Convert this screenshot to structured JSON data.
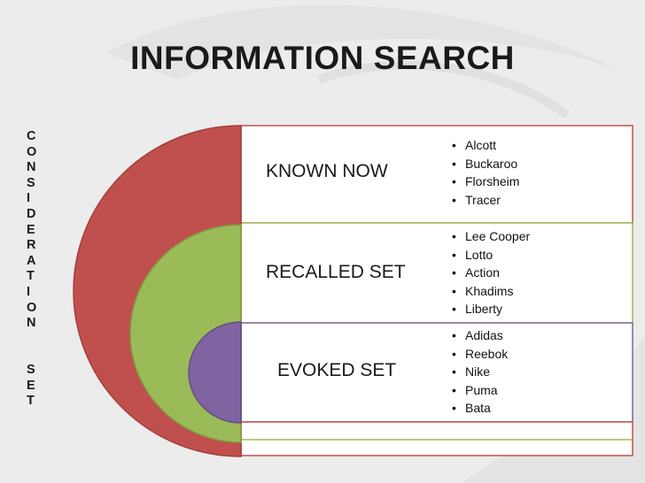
{
  "title": "INFORMATION SEARCH",
  "vertical_label": "CONSIDERATION  SET",
  "colors": {
    "outer": "#c0504d",
    "outer_border": "#a33f3c",
    "middle": "#9bbb59",
    "middle_border": "#7e9c42",
    "inner": "#8064a2",
    "inner_border": "#664d85",
    "panel": "#ffffff"
  },
  "sets": [
    {
      "label": "KNOWN NOW",
      "brands": [
        "Alcott",
        "Buckaroo",
        "Florsheim",
        "Tracer"
      ]
    },
    {
      "label": "RECALLED SET",
      "brands": [
        "Lee Cooper",
        "Lotto",
        "Action",
        "Khadims",
        "Liberty"
      ]
    },
    {
      "label": "EVOKED SET",
      "brands": [
        "Adidas",
        "Reebok",
        "Nike",
        "Puma",
        "Bata"
      ]
    }
  ]
}
